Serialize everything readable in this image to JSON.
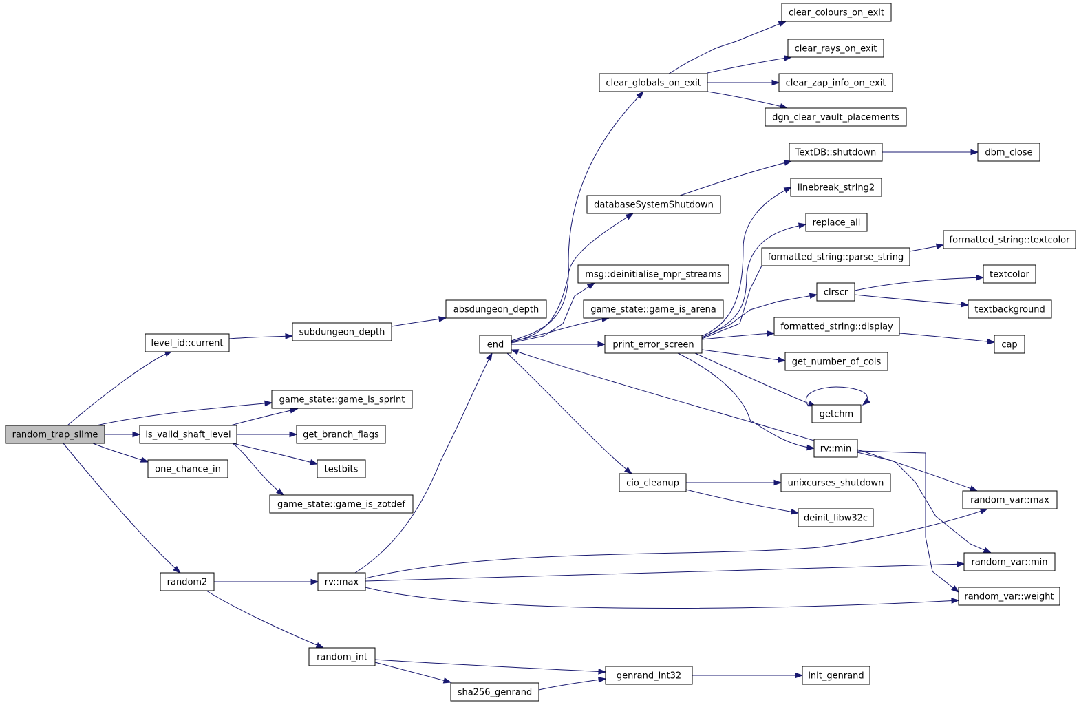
{
  "diagram": {
    "type": "call-graph",
    "root": "random_trap_slime",
    "colors": {
      "edge": "#191970",
      "node_border": "#000000",
      "root_fill": "#bfbfbf",
      "node_fill": "#ffffff"
    },
    "nodes": [
      {
        "id": "random_trap_slime",
        "label": "random_trap_slime"
      },
      {
        "id": "level_id_current",
        "label": "level_id::current"
      },
      {
        "id": "subdungeon_depth",
        "label": "subdungeon_depth"
      },
      {
        "id": "absdungeon_depth",
        "label": "absdungeon_depth"
      },
      {
        "id": "gs_game_is_sprint",
        "label": "game_state::game_is_sprint"
      },
      {
        "id": "is_valid_shaft_level",
        "label": "is_valid_shaft_level"
      },
      {
        "id": "get_branch_flags",
        "label": "get_branch_flags"
      },
      {
        "id": "one_chance_in",
        "label": "one_chance_in"
      },
      {
        "id": "testbits",
        "label": "testbits"
      },
      {
        "id": "gs_game_is_zotdef",
        "label": "game_state::game_is_zotdef"
      },
      {
        "id": "random2",
        "label": "random2"
      },
      {
        "id": "rv_max",
        "label": "rv::max"
      },
      {
        "id": "random_int",
        "label": "random_int"
      },
      {
        "id": "sha256_genrand",
        "label": "sha256_genrand"
      },
      {
        "id": "genrand_int32",
        "label": "genrand_int32"
      },
      {
        "id": "init_genrand",
        "label": "init_genrand"
      },
      {
        "id": "end",
        "label": "end"
      },
      {
        "id": "clear_globals_on_exit",
        "label": "clear_globals_on_exit"
      },
      {
        "id": "clear_colours_on_exit",
        "label": "clear_colours_on_exit"
      },
      {
        "id": "clear_rays_on_exit",
        "label": "clear_rays_on_exit"
      },
      {
        "id": "clear_zap_info_on_exit",
        "label": "clear_zap_info_on_exit"
      },
      {
        "id": "dgn_clear_vault_placements",
        "label": "dgn_clear_vault_placements"
      },
      {
        "id": "databaseSystemShutdown",
        "label": "databaseSystemShutdown"
      },
      {
        "id": "textdb_shutdown",
        "label": "TextDB::shutdown"
      },
      {
        "id": "dbm_close",
        "label": "dbm_close"
      },
      {
        "id": "msg_deinit",
        "label": "msg::deinitialise_mpr_streams"
      },
      {
        "id": "gs_game_is_arena",
        "label": "game_state::game_is_arena"
      },
      {
        "id": "print_error_screen",
        "label": "print_error_screen"
      },
      {
        "id": "linebreak_string2",
        "label": "linebreak_string2"
      },
      {
        "id": "replace_all",
        "label": "replace_all"
      },
      {
        "id": "fs_parse_string",
        "label": "formatted_string::parse_string"
      },
      {
        "id": "fs_textcolor",
        "label": "formatted_string::textcolor"
      },
      {
        "id": "clrscr",
        "label": "clrscr"
      },
      {
        "id": "textcolor",
        "label": "textcolor"
      },
      {
        "id": "textbackground",
        "label": "textbackground"
      },
      {
        "id": "fs_display",
        "label": "formatted_string::display"
      },
      {
        "id": "cap",
        "label": "cap"
      },
      {
        "id": "get_number_of_cols",
        "label": "get_number_of_cols"
      },
      {
        "id": "getchm",
        "label": "getchm"
      },
      {
        "id": "rv_min",
        "label": "rv::min"
      },
      {
        "id": "cio_cleanup",
        "label": "cio_cleanup"
      },
      {
        "id": "unixcurses_shutdown",
        "label": "unixcurses_shutdown"
      },
      {
        "id": "deinit_libw32c",
        "label": "deinit_libw32c"
      },
      {
        "id": "random_var_max",
        "label": "random_var::max"
      },
      {
        "id": "random_var_min",
        "label": "random_var::min"
      },
      {
        "id": "random_var_weight",
        "label": "random_var::weight"
      }
    ],
    "edges": [
      [
        "random_trap_slime",
        "level_id_current"
      ],
      [
        "random_trap_slime",
        "gs_game_is_sprint"
      ],
      [
        "random_trap_slime",
        "is_valid_shaft_level"
      ],
      [
        "random_trap_slime",
        "one_chance_in"
      ],
      [
        "random_trap_slime",
        "random2"
      ],
      [
        "level_id_current",
        "subdungeon_depth"
      ],
      [
        "subdungeon_depth",
        "absdungeon_depth"
      ],
      [
        "is_valid_shaft_level",
        "gs_game_is_sprint"
      ],
      [
        "is_valid_shaft_level",
        "get_branch_flags"
      ],
      [
        "is_valid_shaft_level",
        "testbits"
      ],
      [
        "is_valid_shaft_level",
        "gs_game_is_zotdef"
      ],
      [
        "random2",
        "rv_max"
      ],
      [
        "random2",
        "random_int"
      ],
      [
        "rv_max",
        "end"
      ],
      [
        "rv_max",
        "random_var_max"
      ],
      [
        "rv_max",
        "random_var_min"
      ],
      [
        "rv_max",
        "random_var_weight"
      ],
      [
        "random_int",
        "genrand_int32"
      ],
      [
        "random_int",
        "sha256_genrand"
      ],
      [
        "sha256_genrand",
        "genrand_int32"
      ],
      [
        "genrand_int32",
        "init_genrand"
      ],
      [
        "end",
        "clear_globals_on_exit"
      ],
      [
        "end",
        "databaseSystemShutdown"
      ],
      [
        "end",
        "msg_deinit"
      ],
      [
        "end",
        "gs_game_is_arena"
      ],
      [
        "end",
        "print_error_screen"
      ],
      [
        "end",
        "cio_cleanup"
      ],
      [
        "clear_globals_on_exit",
        "clear_colours_on_exit"
      ],
      [
        "clear_globals_on_exit",
        "clear_rays_on_exit"
      ],
      [
        "clear_globals_on_exit",
        "clear_zap_info_on_exit"
      ],
      [
        "clear_globals_on_exit",
        "dgn_clear_vault_placements"
      ],
      [
        "databaseSystemShutdown",
        "textdb_shutdown"
      ],
      [
        "textdb_shutdown",
        "dbm_close"
      ],
      [
        "print_error_screen",
        "linebreak_string2"
      ],
      [
        "print_error_screen",
        "replace_all"
      ],
      [
        "print_error_screen",
        "fs_parse_string"
      ],
      [
        "print_error_screen",
        "clrscr"
      ],
      [
        "print_error_screen",
        "fs_display"
      ],
      [
        "print_error_screen",
        "get_number_of_cols"
      ],
      [
        "print_error_screen",
        "getchm"
      ],
      [
        "print_error_screen",
        "rv_min"
      ],
      [
        "fs_parse_string",
        "fs_textcolor"
      ],
      [
        "clrscr",
        "textcolor"
      ],
      [
        "clrscr",
        "textbackground"
      ],
      [
        "fs_display",
        "cap"
      ],
      [
        "getchm",
        "getchm"
      ],
      [
        "rv_min",
        "end"
      ],
      [
        "rv_min",
        "random_var_max"
      ],
      [
        "rv_min",
        "random_var_min"
      ],
      [
        "rv_min",
        "random_var_weight"
      ],
      [
        "cio_cleanup",
        "unixcurses_shutdown"
      ],
      [
        "cio_cleanup",
        "deinit_libw32c"
      ]
    ]
  }
}
